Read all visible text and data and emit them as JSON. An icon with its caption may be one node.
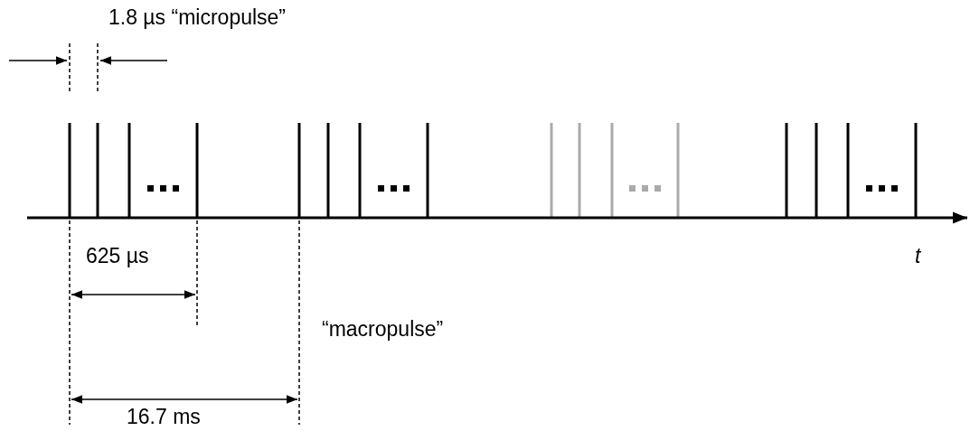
{
  "diagram": {
    "labels": [
      "1.8 µs “micropulse”",
      "625 µs",
      "“macropulse”",
      "16.7 ms",
      "t"
    ]
  }
}
